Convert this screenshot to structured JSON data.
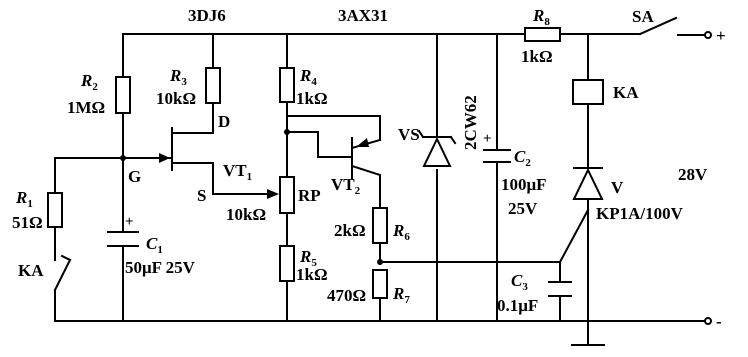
{
  "labels": {
    "q1_model": "3DJ6",
    "q2_model": "3AX31",
    "r8": "R",
    "r8_sub": "8",
    "r8_val": "1kΩ",
    "sa": "SA",
    "plus": "+",
    "minus": "-",
    "ka_top": "KA",
    "r2": "R",
    "r2_sub": "2",
    "r2_val": "1MΩ",
    "r3": "R",
    "r3_sub": "3",
    "r3_val": "10kΩ",
    "r4": "R",
    "r4_sub": "4",
    "r4_val": "1kΩ",
    "d": "D",
    "g": "G",
    "s": "S",
    "vt1": "VT",
    "vt1_sub": "1",
    "vt2": "VT",
    "vt2_sub": "2",
    "vs": "VS",
    "zener_model": "2CW62",
    "c2": "C",
    "c2_sub": "2",
    "c2_val": "100μF",
    "c2_volt": "25V",
    "v": "V",
    "scr_model": "KP1A/100V",
    "supply": "28V",
    "r1": "R",
    "r1_sub": "1",
    "r1_val": "51Ω",
    "rp_val": "10kΩ",
    "rp": "RP",
    "r6_val": "2kΩ",
    "r6": "R",
    "r6_sub": "6",
    "c1": "C",
    "c1_sub": "1",
    "c1_val": "50μF 25V",
    "ka_bottom": "KA",
    "r5": "R",
    "r5_sub": "5",
    "r5_val": "1kΩ",
    "r7_val": "470Ω",
    "r7": "R",
    "r7_sub": "7",
    "c3": "C",
    "c3_sub": "3",
    "c3_val": "0.1μF",
    "cap_plus": "+"
  }
}
